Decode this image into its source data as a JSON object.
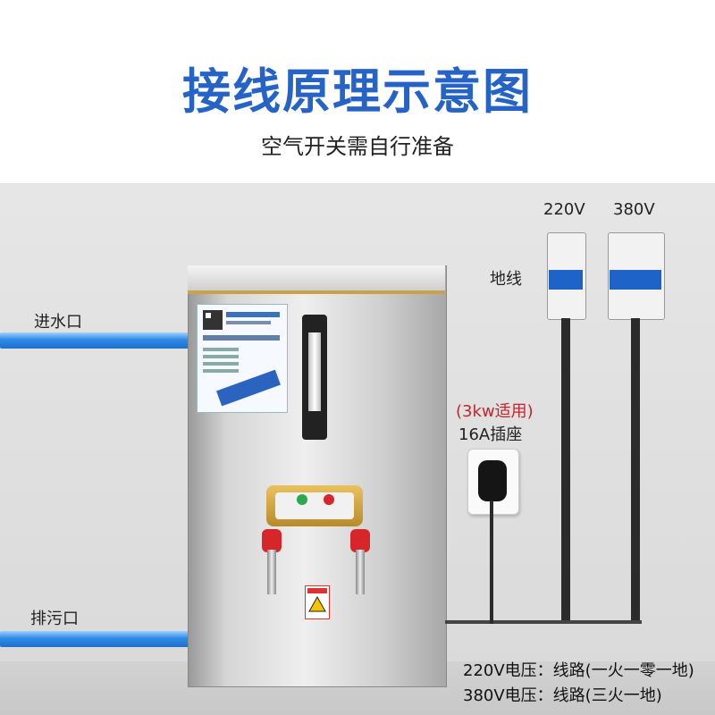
{
  "header": {
    "title": "接线原理示意图",
    "subtitle": "空气开关需自行准备"
  },
  "labels": {
    "water_inlet": "进水口",
    "drain": "排污口",
    "ground": "地线",
    "v220": "220V",
    "v380": "380V",
    "socket_note": "(3kw适用)",
    "socket_label": "16A插座"
  },
  "notes": {
    "line1": "220V电压：线路(一火一零一地)",
    "line2": "380V电压：线路(三火一地)"
  },
  "colors": {
    "title": "#2663c6",
    "socket_note": "#c0262b",
    "pipe": "#2f8ae6"
  }
}
